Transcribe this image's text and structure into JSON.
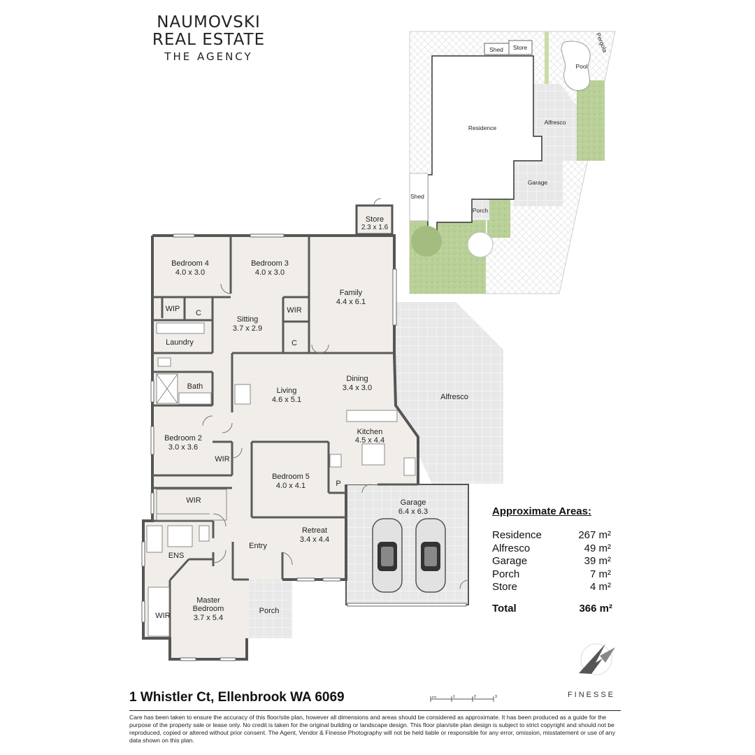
{
  "brand": {
    "line1": "NAUMOVSKI",
    "line2": "REAL ESTATE",
    "line3": "THE AGENCY"
  },
  "site_plan": {
    "labels": {
      "shed_top": "Shed",
      "store": "Store",
      "pergola": "Pergola",
      "pool": "Pool",
      "residence": "Residence",
      "alfresco": "Alfresco",
      "garage": "Garage",
      "porch": "Porch",
      "shed_side": "Shed"
    }
  },
  "floor_plan": {
    "rooms": {
      "store_name": "Store",
      "store_dim": "2.3 x 1.6",
      "bed4_name": "Bedroom 4",
      "bed4_dim": "4.0 x 3.0",
      "bed3_name": "Bedroom 3",
      "bed3_dim": "4.0 x 3.0",
      "family_name": "Family",
      "family_dim": "4.4 x 6.1",
      "wip": "WIP",
      "c1": "C",
      "wir_bed3": "WIR",
      "c2": "C",
      "sitting_name": "Sitting",
      "sitting_dim": "3.7 x 2.9",
      "laundry": "Laundry",
      "bath": "Bath",
      "living_name": "Living",
      "living_dim": "4.6 x 5.1",
      "dining_name": "Dining",
      "dining_dim": "3.4 x 3.0",
      "alfresco": "Alfresco",
      "kitchen_name": "Kitchen",
      "kitchen_dim": "4.5 x 4.4",
      "bed2_name": "Bedroom 2",
      "bed2_dim": "3.0 x 3.6",
      "wir_bed2": "WIR",
      "bed5_name": "Bedroom 5",
      "bed5_dim": "4.0 x 4.1",
      "pantry": "P",
      "garage_name": "Garage",
      "garage_dim": "6.4 x 6.3",
      "wir_master": "WIR",
      "retreat_name": "Retreat",
      "retreat_dim": "3.4 x 4.4",
      "ens": "ENS",
      "entry": "Entry",
      "master_name1": "Master",
      "master_name2": "Bedroom",
      "master_dim": "3.7 x 5.4",
      "wir_small": "WIR",
      "porch": "Porch"
    }
  },
  "areas": {
    "title": "Approximate Areas:",
    "rows": [
      {
        "label": "Residence",
        "value": "267 m²"
      },
      {
        "label": "Alfresco",
        "value": "49 m²"
      },
      {
        "label": "Garage",
        "value": "39 m²"
      },
      {
        "label": "Porch",
        "value": "7 m²"
      },
      {
        "label": "Store",
        "value": "4 m²"
      }
    ],
    "total_label": "Total",
    "total_value": "366 m²"
  },
  "scale": {
    "t0": "(m)",
    "t1": "1",
    "t2": "2",
    "t3": "3"
  },
  "address": "1 Whistler Ct, Ellenbrook WA 6069",
  "photographer": "FINESSE",
  "disclaimer": "Care has been taken to ensure the accuracy of this floor/site plan, however all dimensions and areas should be considered as approximate. It has been produced as a guide for the purpose of the property sale or lease only. No credit is taken for the original building or landscape design. This floor plan/site plan design is subject to strict copyright and should not be reproduced, copied or altered without prior consent. The Agent, Vendor & Finesse Photography will not be held liable or responsible for any error, omission, misstatement or use of any data shown on this plan.",
  "colors": {
    "wall": "#555555",
    "floor": "#f0ede9",
    "paving": "#e6e6e6",
    "lawn": "#b7cf96"
  }
}
